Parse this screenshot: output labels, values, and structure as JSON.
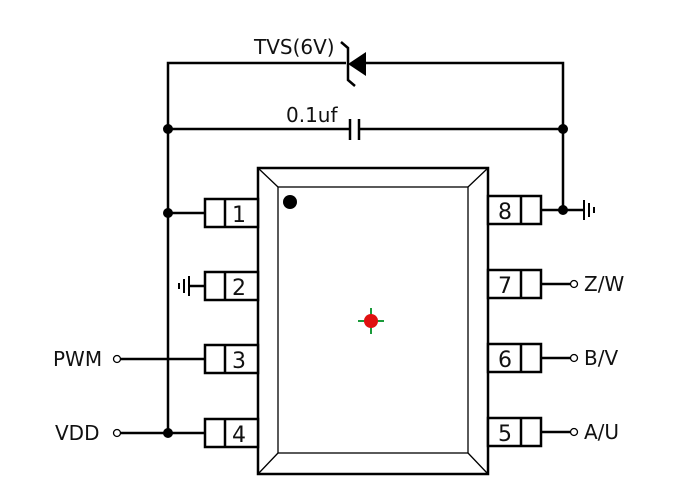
{
  "diagram": {
    "tvs_label": "TVS(6V)",
    "cap_label": "0.1uf",
    "pins": {
      "p1": "1",
      "p2": "2",
      "p3": "3",
      "p4": "4",
      "p5": "5",
      "p6": "6",
      "p7": "7",
      "p8": "8"
    },
    "signals": {
      "pwm": "PWM",
      "vdd": "VDD",
      "zw": "Z/W",
      "bv": "B/V",
      "au": "A/U"
    }
  },
  "colors": {
    "line": "#000000",
    "center_dot": "#e01010",
    "center_cross": "#1a9a3a"
  }
}
